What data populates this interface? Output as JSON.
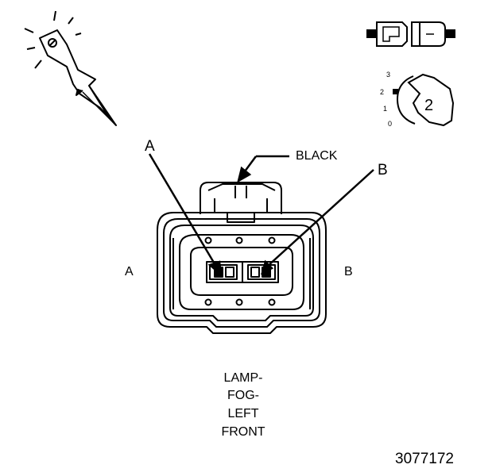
{
  "labels": {
    "callout_a": "A",
    "callout_b": "B",
    "side_a": "A",
    "side_b": "B",
    "color": "BLACK",
    "part_number": "3077172"
  },
  "caption": [
    "LAMP-",
    "FOG-",
    "LEFT",
    "FRONT"
  ],
  "position_indicator": {
    "scale": [
      "3",
      "2",
      "1",
      "0"
    ],
    "value": "2"
  },
  "icons": {
    "probe": "test-probe-icon",
    "connector_pair": "connector-mating-icon",
    "position_dial": "connector-position-icon"
  },
  "colors": {
    "ink": "#000000",
    "background": "#ffffff"
  }
}
